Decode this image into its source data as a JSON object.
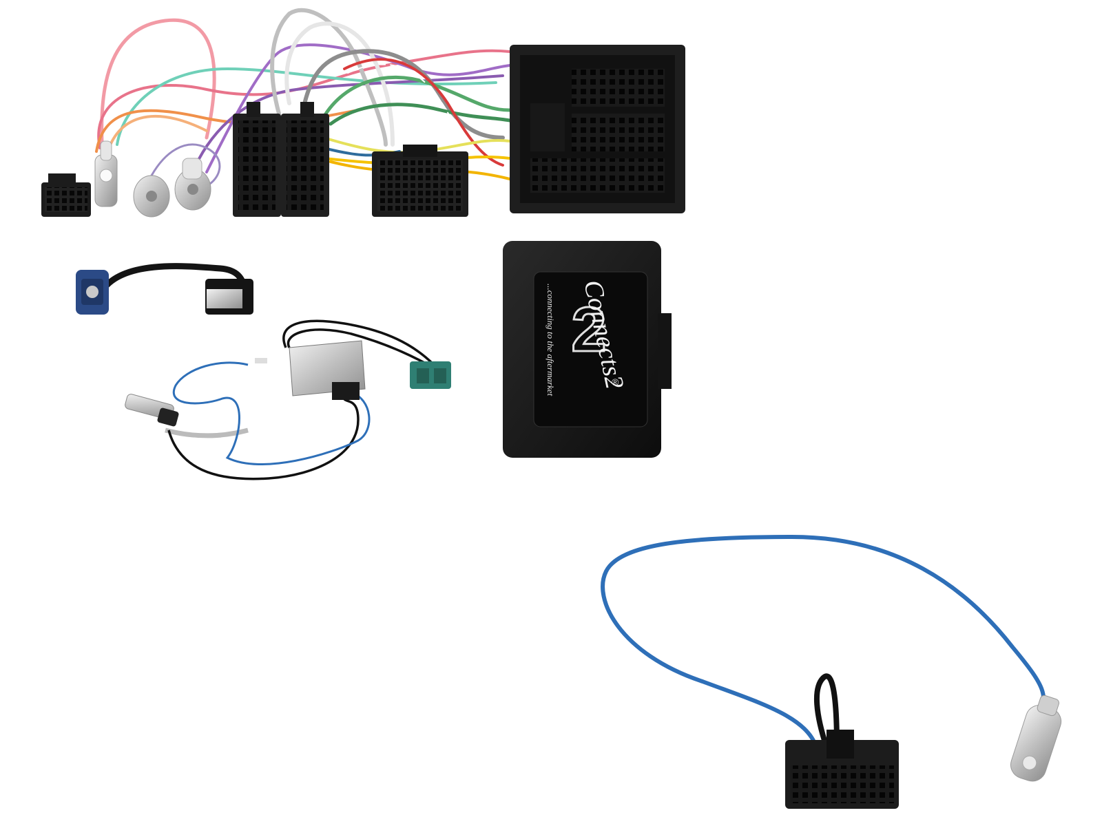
{
  "product_photo": {
    "background_color": "#ffffff",
    "interface_logo": {
      "brand_text": "Connects2",
      "tagline": "...connecting to the aftermarket",
      "registered_mark": "®"
    },
    "colors": {
      "plastic_black": "#1a1a1a",
      "fakra_blue": "#2b4a86",
      "fakra_green": "#2f7f73",
      "cable_blue": "#2e6fb8",
      "cable_black": "#111111",
      "chrome": "#d9d9d9"
    },
    "components": [
      "iso-power-speaker-harness",
      "fakra-to-usb-adapter",
      "fakra-antenna-adapter",
      "steering-control-interface-box",
      "patch-lead-with-antenna-socket"
    ]
  }
}
